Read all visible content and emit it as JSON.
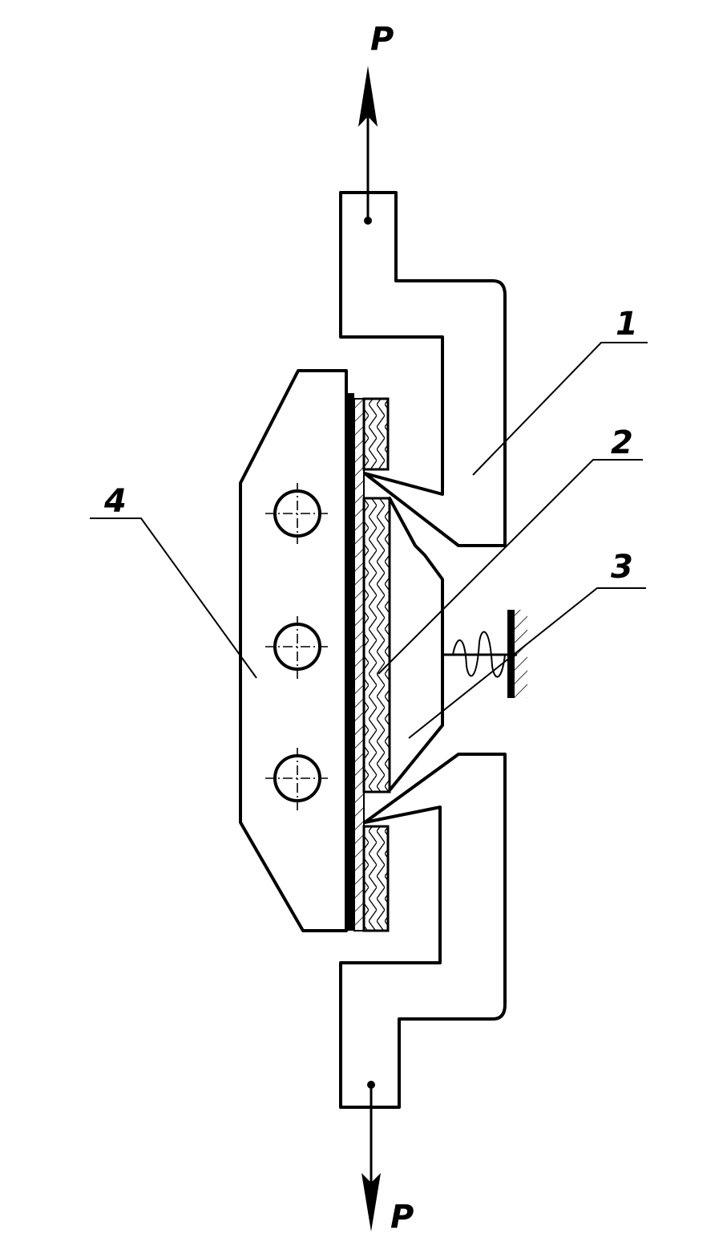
{
  "labels": {
    "force_top": "P",
    "force_bottom": "P",
    "part_1": "1",
    "part_2": "2",
    "part_3": "3",
    "part_4": "4"
  }
}
